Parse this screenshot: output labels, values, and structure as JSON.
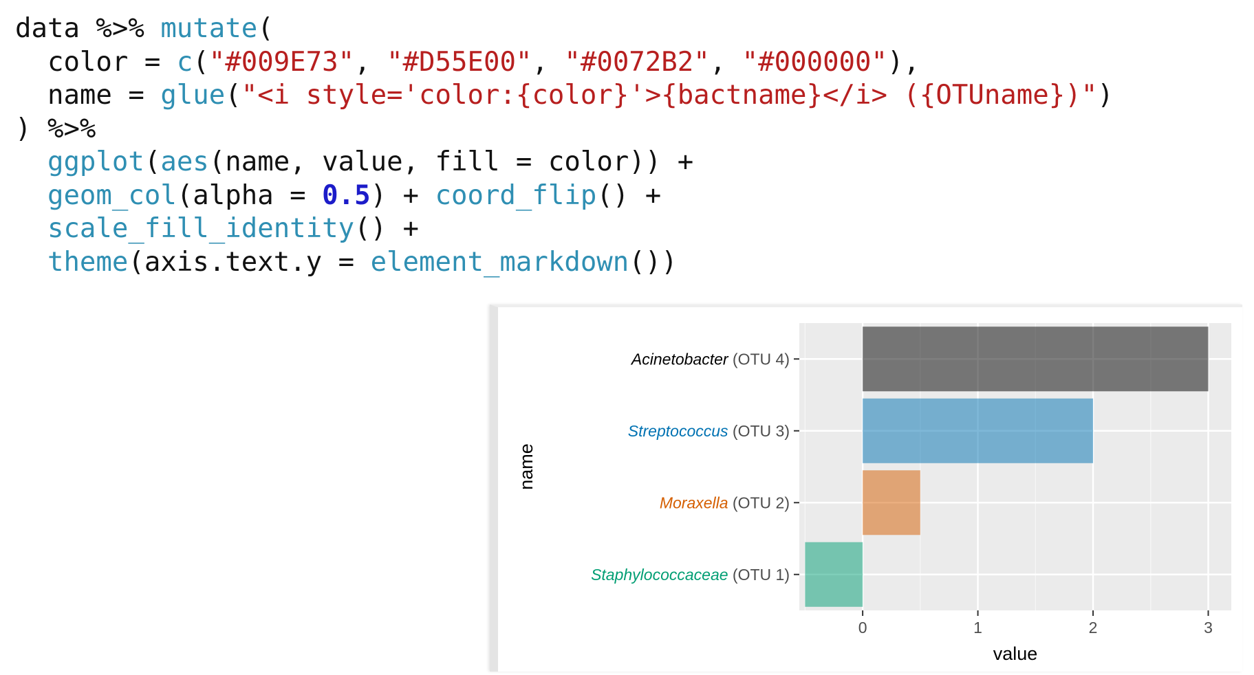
{
  "code": {
    "line1": {
      "a": "data %>% ",
      "b": "mutate",
      "c": "("
    },
    "line2": {
      "a": "  color = ",
      "b": "c",
      "c": "(",
      "d": "\"#009E73\"",
      "e": ", ",
      "f": "\"#D55E00\"",
      "g": ", ",
      "h": "\"#0072B2\"",
      "i": ", ",
      "j": "\"#000000\"",
      "k": "),"
    },
    "line3": {
      "a": "  name = ",
      "b": "glue",
      "c": "(",
      "d": "\"<i style='color:{color}'>{bactname}</i> ({OTUname})\"",
      "e": ")"
    },
    "line4": {
      "a": ") %>%"
    },
    "line5": {
      "a": "  ",
      "b": "ggplot",
      "c": "(",
      "d": "aes",
      "e": "(name, value, fill = color)) +"
    },
    "line6": {
      "a": "  ",
      "b": "geom_col",
      "c": "(alpha = ",
      "d": "0.5",
      "e": ") + ",
      "f": "coord_flip",
      "g": "() +"
    },
    "line7": {
      "a": "  ",
      "b": "scale_fill_identity",
      "c": "() +"
    },
    "line8": {
      "a": "  ",
      "b": "theme",
      "c": "(axis.text.y = ",
      "d": "element_markdown",
      "e": "())"
    }
  },
  "chart_data": {
    "type": "bar",
    "orientation": "horizontal",
    "xlabel": "value",
    "ylabel": "name",
    "xlim": [
      -0.55,
      3.2
    ],
    "x_ticks": [
      0,
      1,
      2,
      3
    ],
    "x_tick_labels": [
      "0",
      "1",
      "2",
      "3"
    ],
    "grid": true,
    "fill_alpha": 0.5,
    "categories": [
      {
        "italic": "Acinetobacter",
        "suffix": " (OTU 4)",
        "color": "#000000",
        "value": 3
      },
      {
        "italic": "Streptococcus",
        "suffix": " (OTU 3)",
        "color": "#0072B2",
        "value": 2
      },
      {
        "italic": "Moraxella",
        "suffix": " (OTU 2)",
        "color": "#D55E00",
        "value": 0.5
      },
      {
        "italic": "Staphylococcaceae",
        "suffix": " (OTU 1)",
        "color": "#009E73",
        "value": -0.5
      }
    ]
  }
}
